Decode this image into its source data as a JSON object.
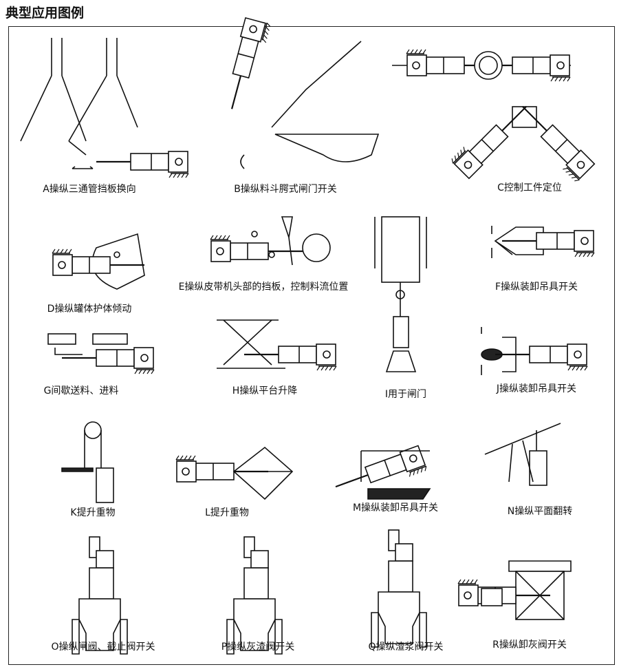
{
  "title": "典型应用图例",
  "figures": [
    {
      "id": "A",
      "label": "A操纵三通管挡板换向"
    },
    {
      "id": "B",
      "label": "B操纵料斗腭式闸门开关"
    },
    {
      "id": "C",
      "label": "C控制工件定位"
    },
    {
      "id": "D",
      "label": "D操纵罐体护体倾动"
    },
    {
      "id": "E",
      "label": "E操纵皮带机头部的挡板，控制料流位置"
    },
    {
      "id": "F",
      "label": "F操纵装卸吊具开关"
    },
    {
      "id": "G",
      "label": "G间歇送料、进料"
    },
    {
      "id": "H",
      "label": "H操纵平台升降"
    },
    {
      "id": "I",
      "label": "I用于闸门"
    },
    {
      "id": "J",
      "label": "J操纵装卸吊具开关"
    },
    {
      "id": "K",
      "label": "K提升重物"
    },
    {
      "id": "L",
      "label": "L提升重物"
    },
    {
      "id": "M",
      "label": "M操纵装卸吊具开关"
    },
    {
      "id": "N",
      "label": "N操纵平面翻转"
    },
    {
      "id": "O",
      "label": "O操纵闸阀、截止阀开关"
    },
    {
      "id": "P",
      "label": "P操纵灰渣阀开关"
    },
    {
      "id": "Q",
      "label": "Q操纵渣浆阀开关"
    },
    {
      "id": "R",
      "label": "R操纵卸灰阀开关"
    }
  ]
}
